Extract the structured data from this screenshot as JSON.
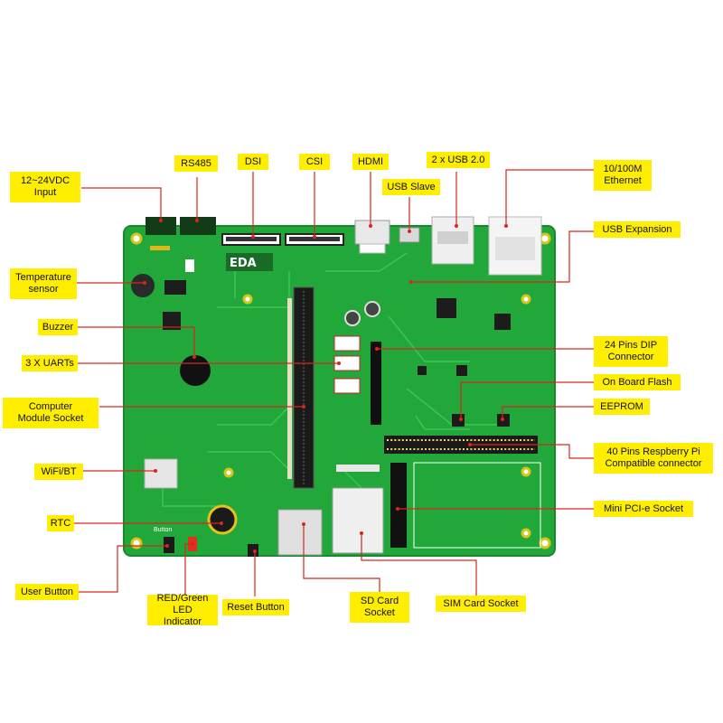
{
  "board": {
    "logo_text": "EDA",
    "button_silk": "Button"
  },
  "labels": {
    "power_input": "12~24VDC\nInput",
    "rs485": "RS485",
    "dsi": "DSI",
    "csi": "CSI",
    "hdmi": "HDMI",
    "usb2": "2 x USB 2.0",
    "usb_slave": "USB Slave",
    "ethernet": "10/100M\nEthernet",
    "usb_expansion": "USB Expansion",
    "temperature_sensor": "Temperature\nsensor",
    "buzzer": "Buzzer",
    "uarts": "3 X UARTs",
    "cm_socket": "Computer\nModule Socket",
    "wifi_bt": "WiFi/BT",
    "rtc": "RTC",
    "user_button": "User Button",
    "led_indicator": "RED/Green\nLED Indicator",
    "reset_button": "Reset Button",
    "sd_card": "SD Card\nSocket",
    "sim_card": "SIM Card Socket",
    "dip24": "24 Pins DIP\nConnector",
    "flash": "On Board Flash",
    "eeprom": "EEPROM",
    "pins40": "40 Pins Respberry Pi\nCompatible connector",
    "minipcie": "Mini PCI-e Socket"
  },
  "colors": {
    "board": "#22a83a",
    "board_dark": "#137a26",
    "trace": "#40c85a",
    "label_bg": "#ffee00",
    "leader": "#d9261c"
  }
}
